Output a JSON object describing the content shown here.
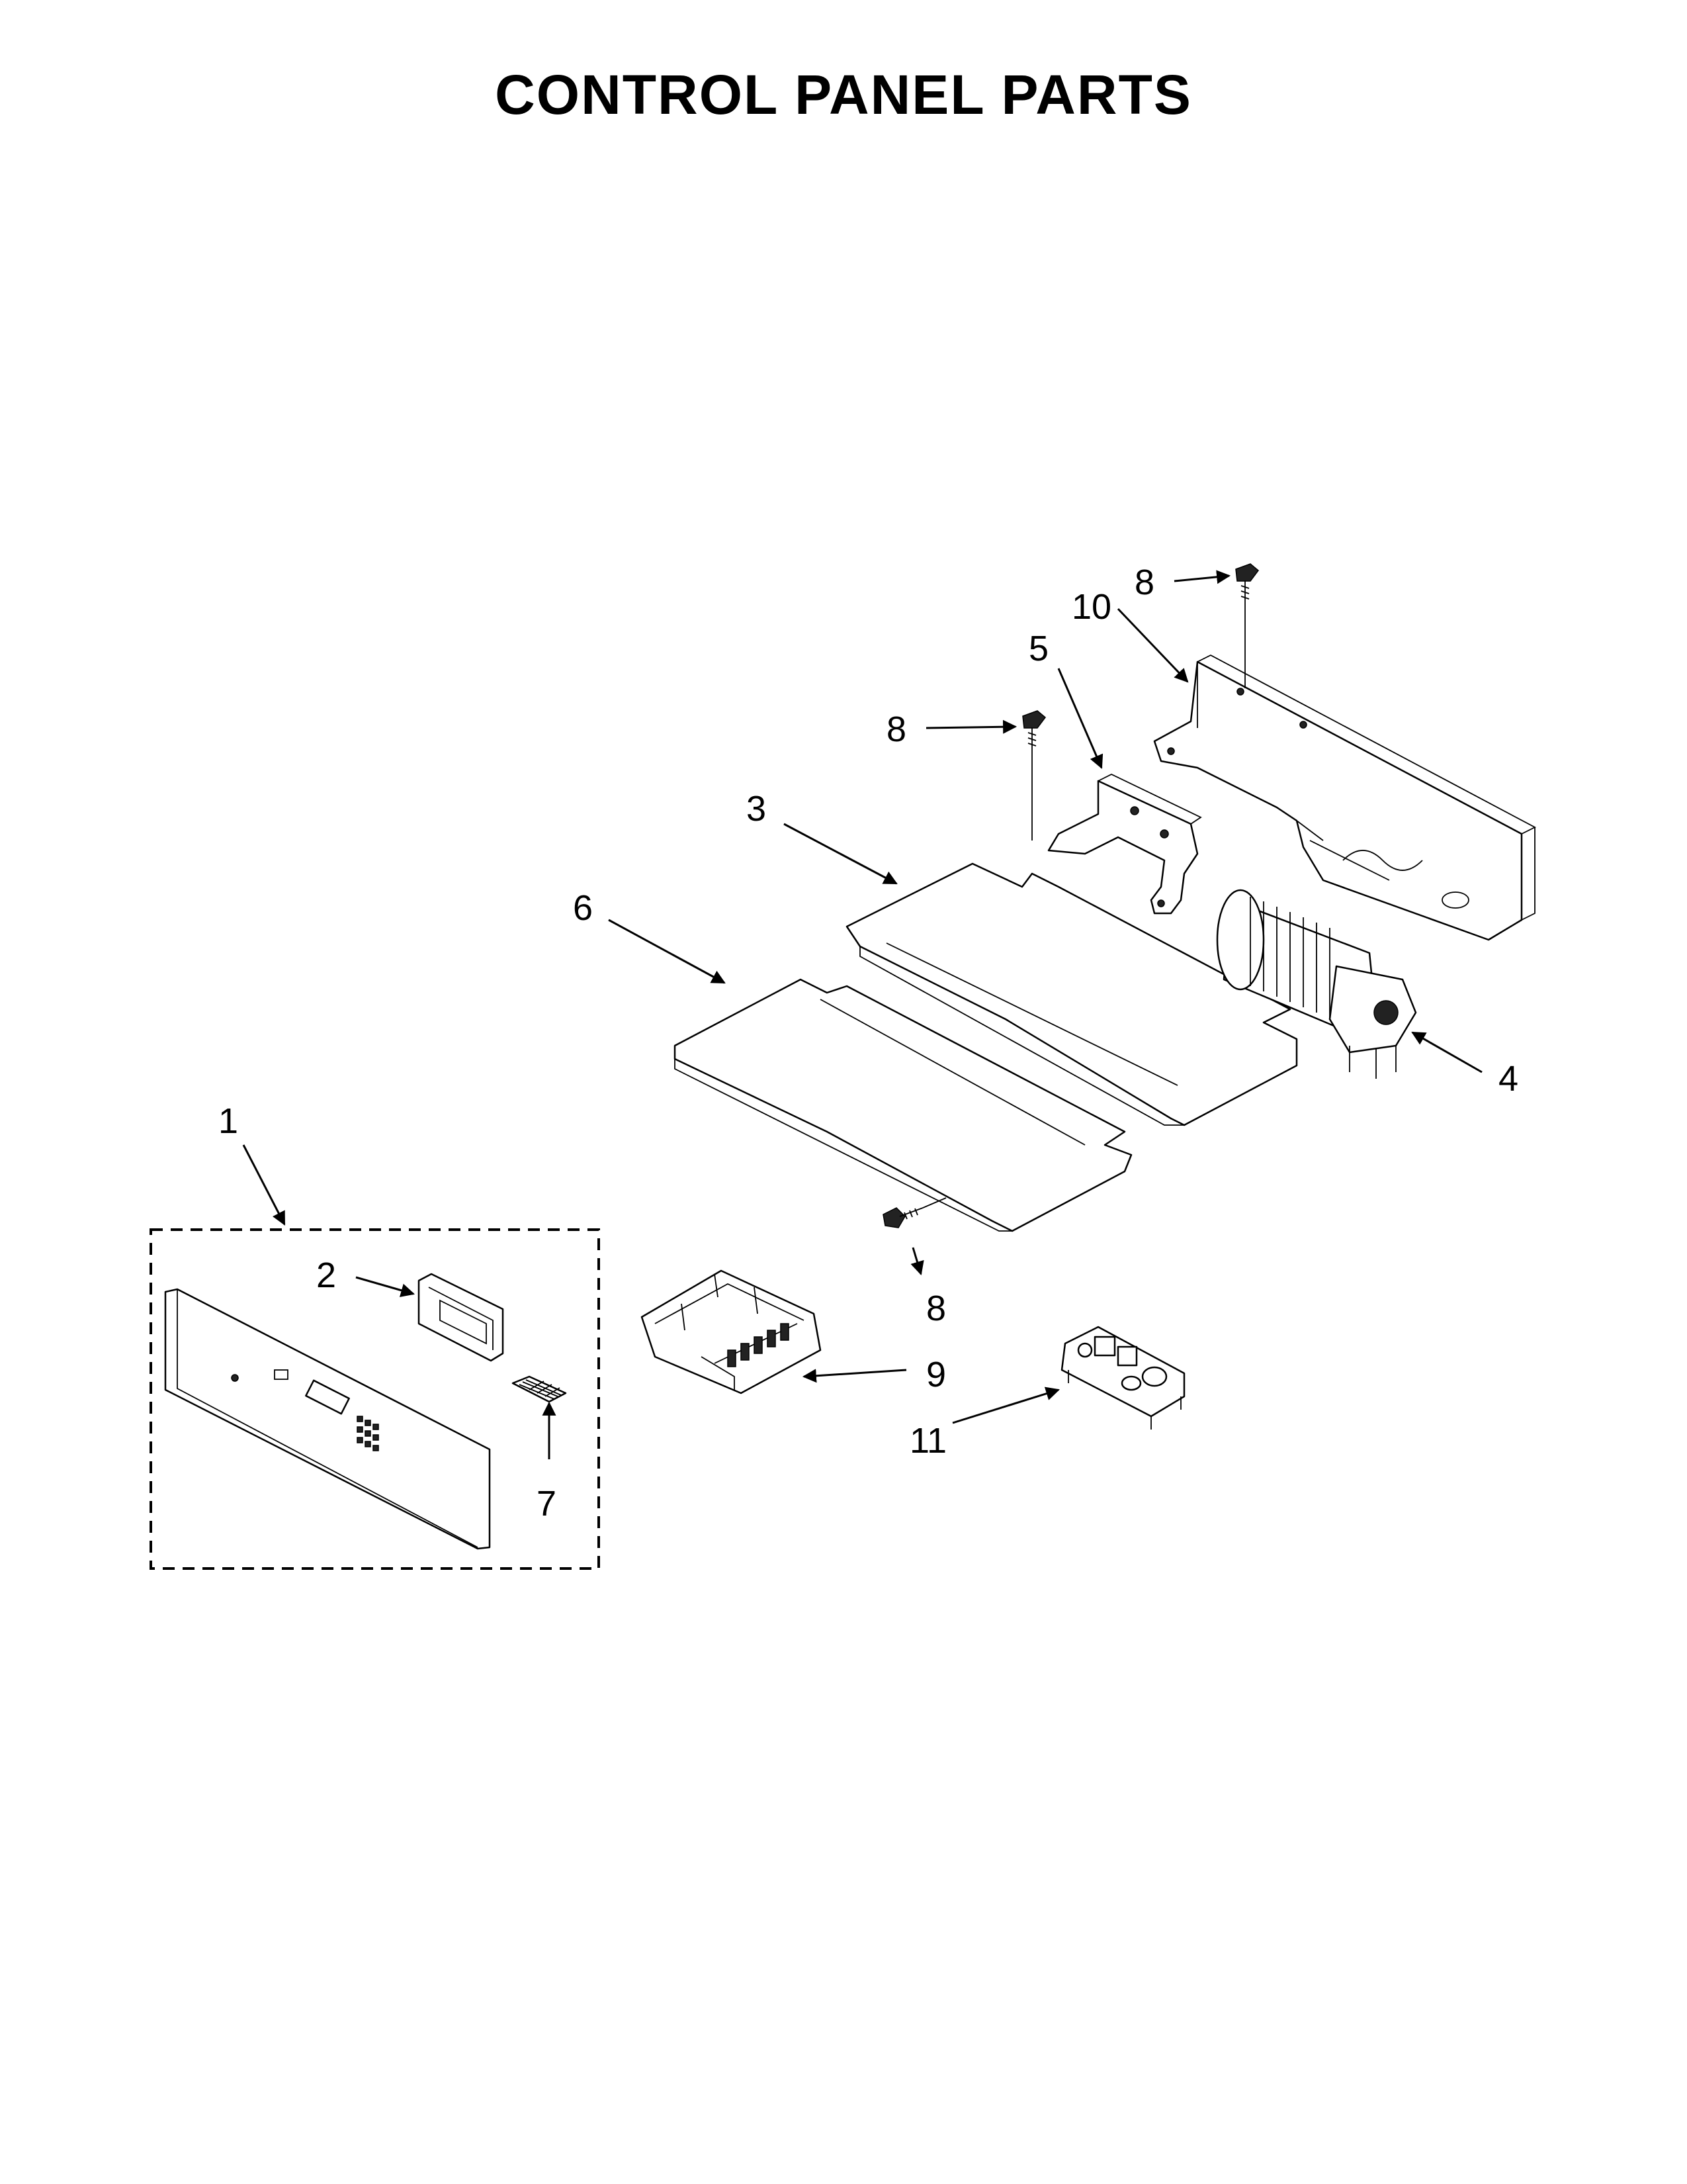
{
  "page": {
    "title": "CONTROL PANEL PARTS"
  },
  "callouts": {
    "c1": "1",
    "c2": "2",
    "c3": "3",
    "c4": "4",
    "c5": "5",
    "c6": "6",
    "c7": "7",
    "c8a": "8",
    "c8b": "8",
    "c8c": "8",
    "c9": "9",
    "c10": "10",
    "c11": "11"
  },
  "colors": {
    "ink": "#000000",
    "background": "#ffffff"
  },
  "icons": {
    "arrow": "arrow-icon",
    "screw": "screw-icon"
  }
}
